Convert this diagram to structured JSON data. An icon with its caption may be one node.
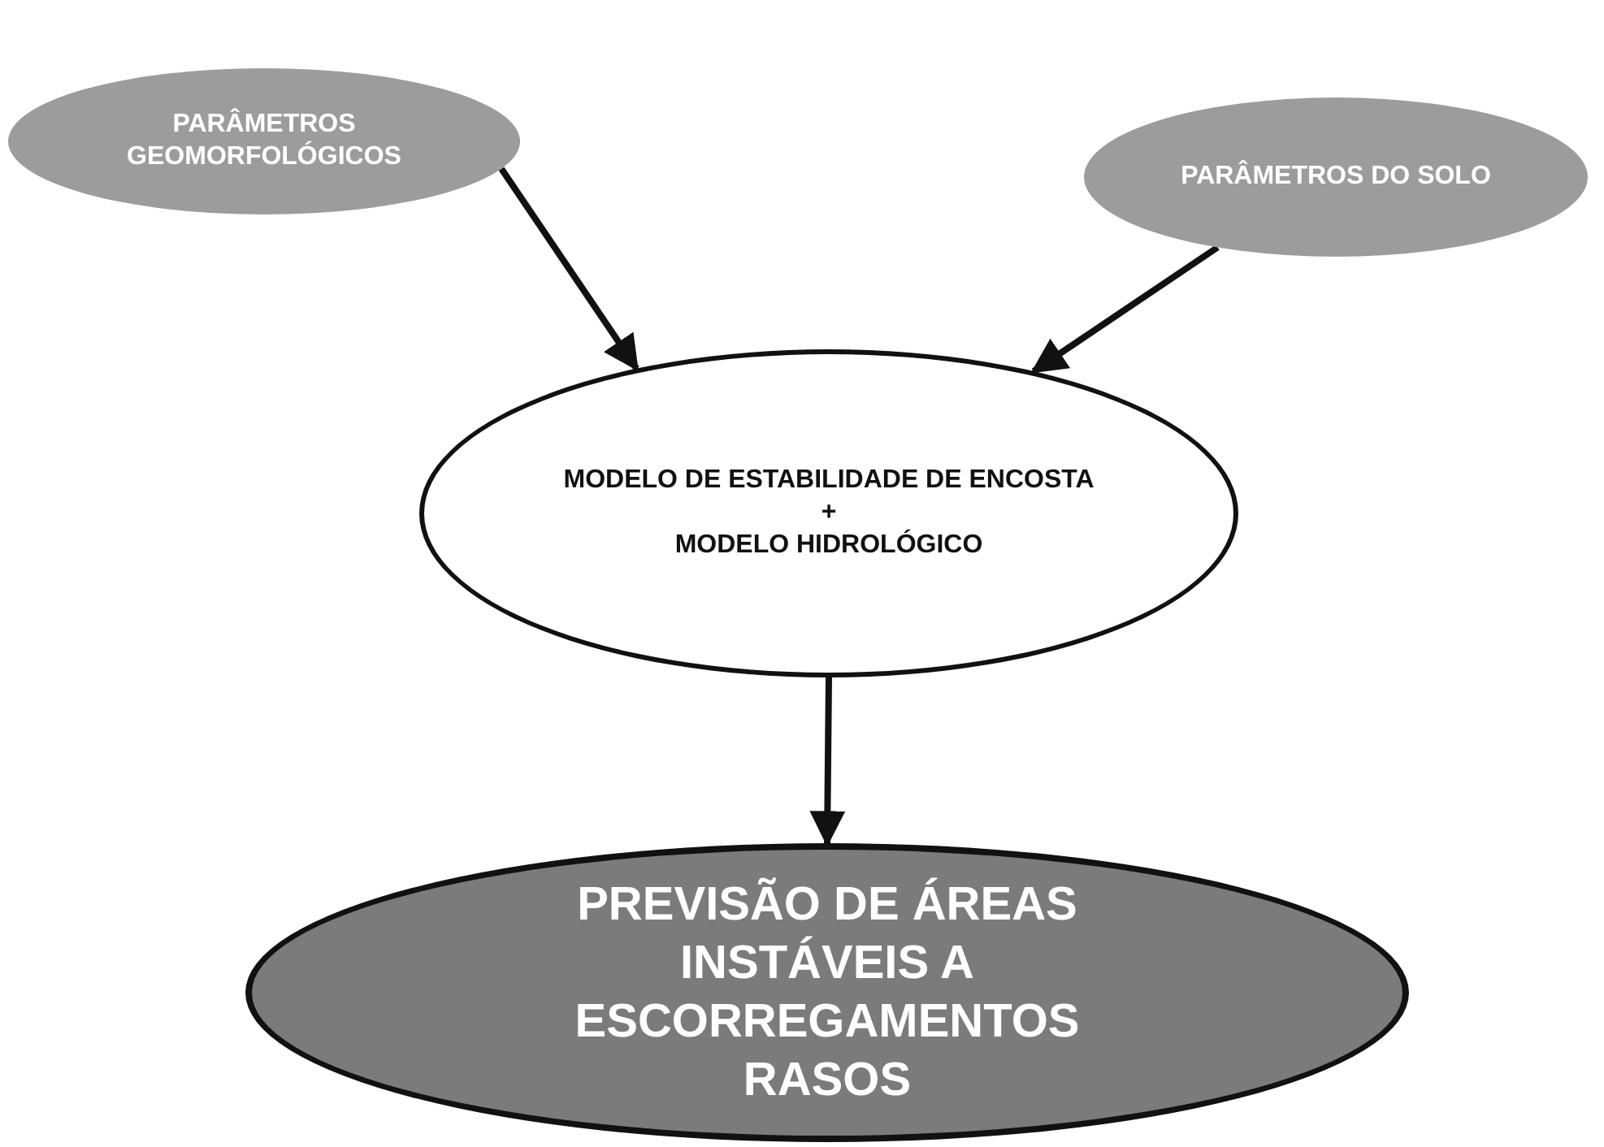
{
  "diagram": {
    "nodes": [
      {
        "text": [
          "PARÂMETROS GEOMORFOLÓGICOS"
        ]
      },
      {
        "text": [
          "PARÂMETROS DO SOLO"
        ]
      },
      {
        "text": [
          "MODELO DE ESTABILIDADE DE ENCOSTA",
          "+",
          "MODELO HIDROLÓGICO"
        ]
      },
      {
        "text": [
          "PREVISÃO DE ÁREAS INSTÁVEIS A ESCORREGAMENTOS RASOS"
        ]
      }
    ],
    "edges": [
      {
        "from": 0,
        "to": 2,
        "arrow": "to"
      },
      {
        "from": 1,
        "to": 2,
        "arrow": "to"
      },
      {
        "from": 2,
        "to": 3,
        "arrow": "to"
      }
    ]
  }
}
